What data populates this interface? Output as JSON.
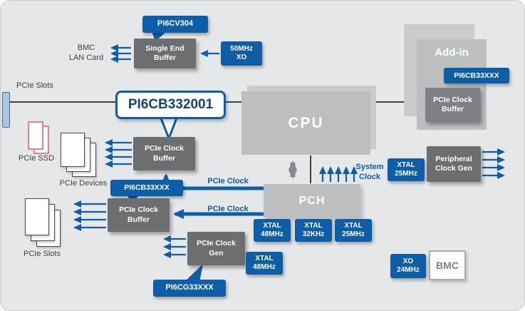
{
  "colors": {
    "accent_blue": "#0D5EA6",
    "navy_text": "#15456F",
    "dark_gray_block": "#6D6E70",
    "light_gray_block": "#BCBEC0",
    "canvas_bg": "#E6E7E8",
    "pink_outline": "#E87F8B",
    "wire_dark": "#414042"
  },
  "badges": {
    "pi6cv304": "PI6CV304",
    "pi6cb332001": "PI6CB332001",
    "pi6cb33xxx_addin": "PI6CB33XXX",
    "pi6cb33xxx_main": "PI6CB33XXX",
    "pi6cg33xxx": "PI6CG33XXX"
  },
  "blocks": {
    "single_end_buffer": "Single End\nBuffer",
    "cpu": "CPU",
    "add_in": "Add-in",
    "addin_pcie_clock_buffer": "PCIe Clock\nBuffer",
    "pcie_clock_buffer_upper": "PCIe Clock\nBuffer",
    "pcie_clock_buffer_lower": "PCIe Clock\nBuffer",
    "pch": "PCH",
    "pcie_clock_gen": "PCIe Clock\nGen",
    "peripheral_clock_gen": "Peripheral\nClock Gen",
    "bmc": "BMC"
  },
  "clock_sources": {
    "xo_50mhz": "50MHz\nXO",
    "xtal_25mhz_system": "XTAL\n25MHz",
    "xtal_48mhz_pch": "XTAL\n48MHz",
    "xtal_32khz_pch": "XTAL\n32KHz",
    "xtal_25mhz_pch": "XTAL\n25MHz",
    "xtal_48mhz_pciegen": "XTAL\n48MHz",
    "xo_24mhz": "XO\n24MHz"
  },
  "labels": {
    "bmc_lan_card": "BMC\nLAN Card",
    "pcie_slots_top": "PCIe Slots",
    "pcie_ssd": "PCIe SSD",
    "pcie_devices": "PCIe Devices",
    "pcie_slots_bottom": "PCIe Slots",
    "pcie_clock_upper": "PCIe Clock",
    "pcie_clock_lower": "PCIe Clock",
    "system_clock": "System\nClock"
  }
}
